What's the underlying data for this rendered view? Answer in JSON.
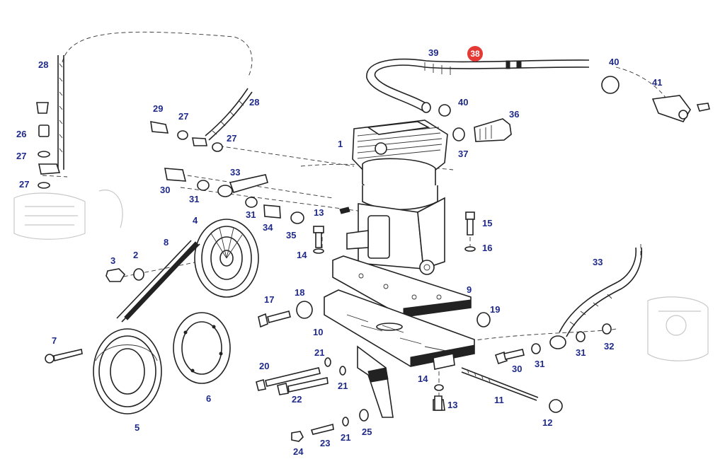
{
  "diagram": {
    "callouts": [
      {
        "id": "c1",
        "label": "1"
      },
      {
        "id": "c2",
        "label": "2"
      },
      {
        "id": "c3",
        "label": "3"
      },
      {
        "id": "c4",
        "label": "4"
      },
      {
        "id": "c5",
        "label": "5"
      },
      {
        "id": "c6",
        "label": "6"
      },
      {
        "id": "c7",
        "label": "7"
      },
      {
        "id": "c8",
        "label": "8"
      },
      {
        "id": "c9",
        "label": "9"
      },
      {
        "id": "c10",
        "label": "10"
      },
      {
        "id": "c11",
        "label": "11"
      },
      {
        "id": "c12",
        "label": "12"
      },
      {
        "id": "c13a",
        "label": "13"
      },
      {
        "id": "c13b",
        "label": "13"
      },
      {
        "id": "c14a",
        "label": "14"
      },
      {
        "id": "c14b",
        "label": "14"
      },
      {
        "id": "c15",
        "label": "15"
      },
      {
        "id": "c16",
        "label": "16"
      },
      {
        "id": "c17",
        "label": "17"
      },
      {
        "id": "c18",
        "label": "18"
      },
      {
        "id": "c19",
        "label": "19"
      },
      {
        "id": "c20",
        "label": "20"
      },
      {
        "id": "c21a",
        "label": "21"
      },
      {
        "id": "c21b",
        "label": "21"
      },
      {
        "id": "c21c",
        "label": "21"
      },
      {
        "id": "c22",
        "label": "22"
      },
      {
        "id": "c23",
        "label": "23"
      },
      {
        "id": "c24",
        "label": "24"
      },
      {
        "id": "c25",
        "label": "25"
      },
      {
        "id": "c26",
        "label": "26"
      },
      {
        "id": "c27a",
        "label": "27"
      },
      {
        "id": "c27b",
        "label": "27"
      },
      {
        "id": "c27c",
        "label": "27"
      },
      {
        "id": "c27d",
        "label": "27"
      },
      {
        "id": "c28a",
        "label": "28"
      },
      {
        "id": "c28b",
        "label": "28"
      },
      {
        "id": "c29",
        "label": "29"
      },
      {
        "id": "c30a",
        "label": "30"
      },
      {
        "id": "c30b",
        "label": "30"
      },
      {
        "id": "c31a",
        "label": "31"
      },
      {
        "id": "c31b",
        "label": "31"
      },
      {
        "id": "c31c",
        "label": "31"
      },
      {
        "id": "c31d",
        "label": "31"
      },
      {
        "id": "c32",
        "label": "32"
      },
      {
        "id": "c33a",
        "label": "33"
      },
      {
        "id": "c33b",
        "label": "33"
      },
      {
        "id": "c34",
        "label": "34"
      },
      {
        "id": "c35",
        "label": "35"
      },
      {
        "id": "c36",
        "label": "36"
      },
      {
        "id": "c37",
        "label": "37"
      },
      {
        "id": "c38",
        "label": "38",
        "highlighted": true
      },
      {
        "id": "c39",
        "label": "39"
      },
      {
        "id": "c40a",
        "label": "40"
      },
      {
        "id": "c40b",
        "label": "40"
      },
      {
        "id": "c41",
        "label": "41"
      }
    ],
    "colors": {
      "callout_text": "#1f2a8a",
      "highlight_badge": "#e53935",
      "linework": "#222222"
    }
  }
}
